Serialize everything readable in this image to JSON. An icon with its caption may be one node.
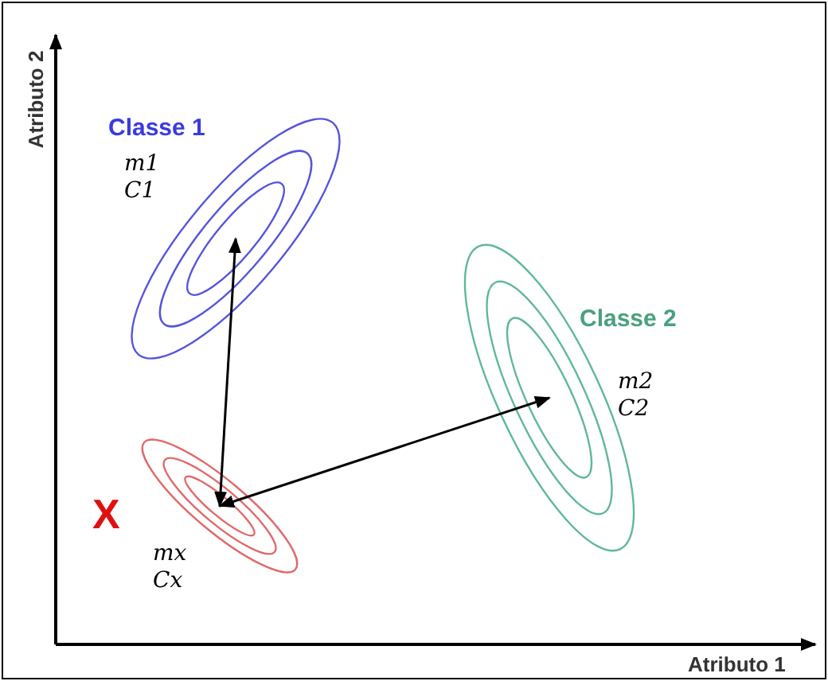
{
  "diagram": {
    "nodes": [
      {
        "text": [
          "Classe 1",
          "m1 C1"
        ]
      },
      {
        "text": [
          "Classe 2",
          "m2 C2"
        ]
      },
      {
        "text": [
          "X",
          "mx Cx"
        ]
      }
    ],
    "edges": [
      {
        "from": 2,
        "to": 0,
        "arrow": "both"
      },
      {
        "from": 2,
        "to": 1,
        "arrow": "both"
      }
    ],
    "labels": [
      "Atributo 2",
      "Atributo 1"
    ]
  }
}
